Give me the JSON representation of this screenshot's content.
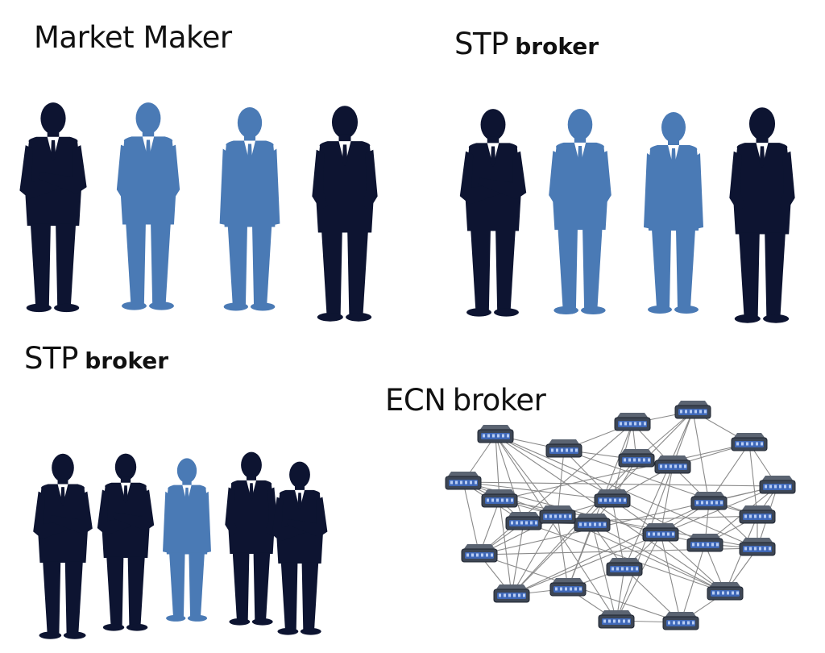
{
  "palette": {
    "dark": "#0d1431",
    "blue": "#4a7ab5",
    "node_body": "#3d4655",
    "node_screen": "#3f68b8",
    "edge": "#6c6c6c"
  },
  "panels": {
    "market_maker": {
      "title_main": "Market Maker",
      "title_sub": "",
      "people": [
        {
          "tone": "dark",
          "arms": "crossed"
        },
        {
          "tone": "blue",
          "arms": "pockets"
        },
        {
          "tone": "blue",
          "arms": "down"
        },
        {
          "tone": "dark",
          "arms": "pockets"
        }
      ]
    },
    "stp_top": {
      "title_main": "STP",
      "title_sub": "broker",
      "people": [
        {
          "tone": "dark",
          "arms": "crossed"
        },
        {
          "tone": "blue",
          "arms": "pockets"
        },
        {
          "tone": "blue",
          "arms": "down"
        },
        {
          "tone": "dark",
          "arms": "pockets"
        }
      ]
    },
    "stp_bottom": {
      "title_main": "STP",
      "title_sub": "broker",
      "people": [
        {
          "tone": "dark",
          "arms": "crossed"
        },
        {
          "tone": "dark",
          "arms": "crossed"
        },
        {
          "tone": "blue",
          "arms": "down"
        },
        {
          "tone": "dark",
          "arms": "pockets"
        },
        {
          "tone": "dark",
          "arms": "crossed"
        }
      ]
    },
    "ecn": {
      "title_main": "ECN",
      "title_sub": "broker",
      "network_icon": "server-node-icon",
      "node_count": 26
    }
  }
}
